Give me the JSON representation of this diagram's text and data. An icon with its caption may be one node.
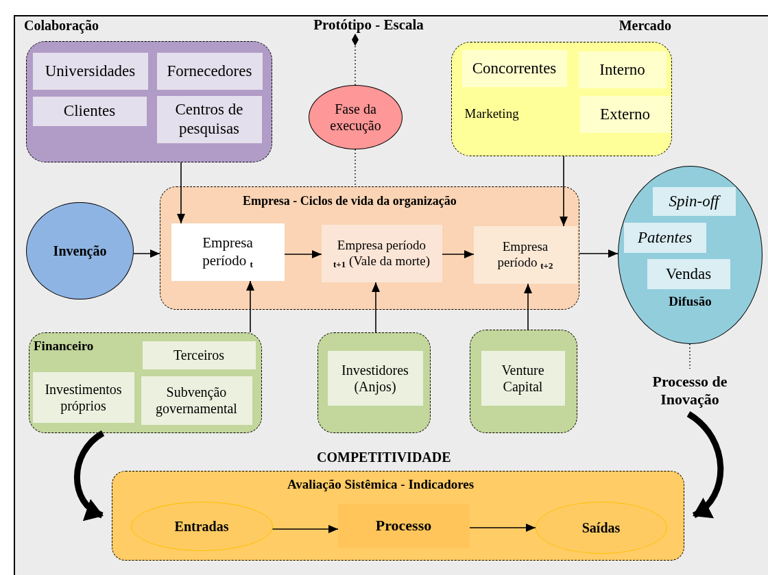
{
  "diagram": {
    "nodes": [
      {
        "text": [
          "Colaboração"
        ]
      },
      {
        "text": [
          "Universidades"
        ],
        "in": 0
      },
      {
        "text": [
          "Fornecedores"
        ],
        "in": 0
      },
      {
        "text": [
          "Clientes"
        ],
        "in": 0
      },
      {
        "text": [
          "Centros de pesquisas"
        ],
        "in": 0
      },
      {
        "text": [
          "Fase da execução"
        ]
      },
      {
        "text": [
          "Mercado"
        ]
      },
      {
        "text": [
          "Concorrentes"
        ],
        "in": 6
      },
      {
        "text": [
          "Interno"
        ],
        "in": 6
      },
      {
        "text": [
          "Marketing"
        ],
        "in": 6
      },
      {
        "text": [
          "Externo"
        ],
        "in": 6
      },
      {
        "text": [
          "Empresa - Ciclos de vida da organização"
        ]
      },
      {
        "text": [
          "Empresa período $_{t}$"
        ],
        "in": 11
      },
      {
        "text": [
          "Empresa período $_{t+1}$ (Vale da morte)"
        ],
        "in": 11
      },
      {
        "text": [
          "Empresa período $_{t+2}$"
        ],
        "in": 11
      },
      {
        "text": [
          "Invenção"
        ]
      },
      {
        "text": [
          "Difusão"
        ]
      },
      {
        "text": [
          "Spin-off"
        ],
        "in": 16
      },
      {
        "text": [
          "Patentes"
        ],
        "in": 16
      },
      {
        "text": [
          "Vendas"
        ],
        "in": 16
      },
      {
        "text": [
          "Processo de Inovação"
        ]
      },
      {
        "text": [
          "Protótipo - Escala"
        ]
      },
      {
        "text": [
          "Financeiro"
        ]
      },
      {
        "text": [
          "Terceiros"
        ],
        "in": 22
      },
      {
        "text": [
          "Investimentos próprios"
        ],
        "in": 22
      },
      {
        "text": [
          "Subvenção governamental"
        ],
        "in": 22
      },
      {
        "text": [],
        "shape": "box"
      },
      {
        "text": [
          "Investidores (Anjos)"
        ],
        "in": 26
      },
      {
        "text": [],
        "shape": "box"
      },
      {
        "text": [
          "Venture Capital"
        ],
        "in": 28
      },
      {
        "text": [
          "COMPETITIVIDADE",
          "Avaliação Sistêmica - Indicadores"
        ]
      },
      {
        "text": [
          "Entradas"
        ],
        "in": 30
      },
      {
        "text": [
          "Processo"
        ],
        "in": 30
      },
      {
        "text": [
          "Saídas"
        ],
        "in": 30
      }
    ],
    "edges": [
      {
        "from": 0,
        "to": 12,
        "arrow": "to"
      },
      {
        "from": 6,
        "to": 14,
        "arrow": "to"
      },
      {
        "from": 15,
        "to": 11,
        "arrow": "to"
      },
      {
        "from": 12,
        "to": 13,
        "arrow": "to"
      },
      {
        "from": 13,
        "to": 14,
        "arrow": "to"
      },
      {
        "from": 11,
        "to": 16,
        "arrow": "to"
      },
      {
        "from": 22,
        "to": 12,
        "arrow": "to"
      },
      {
        "from": 26,
        "to": 13,
        "arrow": "to"
      },
      {
        "from": 28,
        "to": 14,
        "arrow": "to"
      },
      {
        "from": 5,
        "to": 21,
        "arrow": "other",
        "style": "dashed"
      },
      {
        "from": 5,
        "to": 11,
        "arrow": "none",
        "style": "dashed"
      },
      {
        "from": 16,
        "to": 20,
        "arrow": "none",
        "style": "dashed"
      },
      {
        "from": 31,
        "to": 32,
        "arrow": "to"
      },
      {
        "from": 32,
        "to": 33,
        "arrow": "to"
      },
      {
        "from": 22,
        "to": 30,
        "arrow": "to",
        "style": "thick"
      },
      {
        "from": 20,
        "to": 30,
        "arrow": "to",
        "style": "thick"
      }
    ]
  }
}
